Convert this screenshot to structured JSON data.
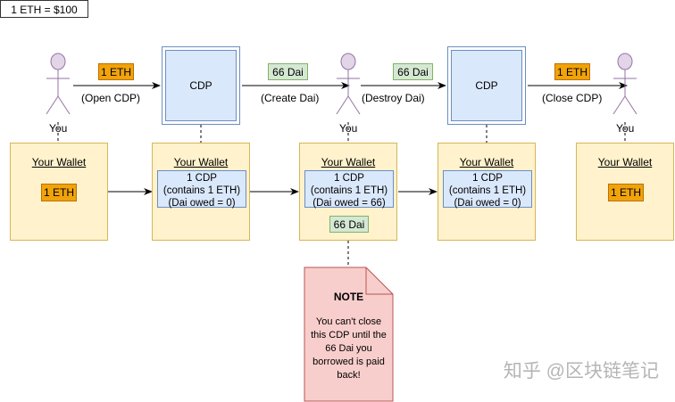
{
  "rate_label": "1 ETH = $100",
  "you_label": "You",
  "cdp_label": "CDP",
  "wallet_title": "Your Wallet",
  "arrows": {
    "open": {
      "token": "1 ETH",
      "action": "(Open CDP)"
    },
    "create": {
      "token": "66 Dai",
      "action": "(Create Dai)"
    },
    "destroy": {
      "token": "66 Dai",
      "action": "(Destroy Dai)"
    },
    "close": {
      "token": "1 ETH",
      "action": "(Close CDP)"
    }
  },
  "wallets": {
    "w1": {
      "token": "1 ETH"
    },
    "w2": {
      "cdp": [
        "1 CDP",
        "(contains 1 ETH)",
        "(Dai owed = 0)"
      ]
    },
    "w3": {
      "cdp": [
        "1 CDP",
        "(contains 1 ETH)",
        "(Dai owed = 66)"
      ],
      "token": "66 Dai"
    },
    "w4": {
      "cdp": [
        "1 CDP",
        "(contains 1 ETH)",
        "(Dai owed = 0)"
      ]
    },
    "w5": {
      "token": "1 ETH"
    }
  },
  "note": {
    "title": "NOTE",
    "lines": [
      "You can't close",
      "this CDP until the",
      "66 Dai you",
      "borrowed is paid",
      "back!"
    ]
  },
  "watermark": "知乎 @区块链笔记",
  "colors": {
    "cdp_fill": "#dae8fc",
    "cdp_stroke": "#6c8ebf",
    "wallet_fill": "#fff2cc",
    "wallet_stroke": "#d6b656",
    "eth_fill": "#f0a30a",
    "dai_fill": "#d5e8d4",
    "note_fill": "#f8cecc",
    "note_stroke": "#b85450",
    "person_fill": "#e1d5e7",
    "person_stroke": "#9673a6"
  }
}
